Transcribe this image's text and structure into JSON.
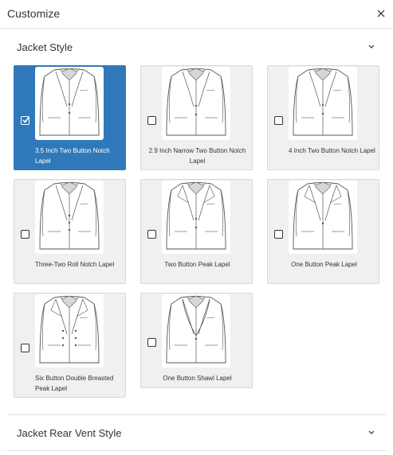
{
  "header": {
    "title": "Customize",
    "close_icon": "close-icon"
  },
  "sections": {
    "jacket_style": {
      "label": "Jacket Style",
      "expanded": true,
      "chevron_icon": "chevron-down-icon"
    },
    "rear_vent": {
      "label": "Jacket Rear Vent Style",
      "expanded": false,
      "chevron_icon": "chevron-down-icon"
    }
  },
  "colors": {
    "selected": "#2f79ba",
    "tile_bg": "#f0f0f0"
  },
  "options": [
    {
      "label": "3.5 Inch Two Button Notch Lapel",
      "selected": true,
      "icon": "jacket-two-button-notch-icon"
    },
    {
      "label": "2.9 Inch Narrow Two Button Notch Lapel",
      "selected": false,
      "icon": "jacket-narrow-notch-icon"
    },
    {
      "label": "4 Inch Two Button Notch Lapel",
      "selected": false,
      "icon": "jacket-wide-notch-icon"
    },
    {
      "label": "Three-Two Roll Notch Lapel",
      "selected": false,
      "icon": "jacket-three-two-roll-icon"
    },
    {
      "label": "Two Button Peak Lapel",
      "selected": false,
      "icon": "jacket-two-button-peak-icon"
    },
    {
      "label": "One Button Peak Lapel",
      "selected": false,
      "icon": "jacket-one-button-peak-icon"
    },
    {
      "label": "Six Button Double Breasted Peak Lapel",
      "selected": false,
      "icon": "jacket-double-breasted-icon"
    },
    {
      "label": "One Button Shawl Lapel",
      "selected": false,
      "icon": "jacket-shawl-lapel-icon"
    }
  ]
}
